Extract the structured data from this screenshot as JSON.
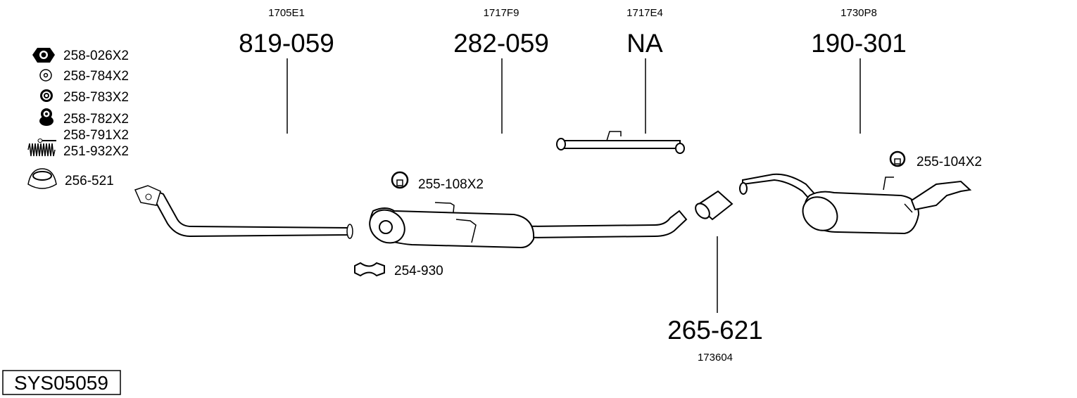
{
  "system_id": "SYS05059",
  "parts": [
    {
      "code": "1705E1",
      "number": "819-059"
    },
    {
      "code": "1717F9",
      "number": "282-059"
    },
    {
      "code": "1717E4",
      "number": "NA"
    },
    {
      "code": "1730P8",
      "number": "190-301"
    },
    {
      "code": "173604",
      "number": "265-621"
    }
  ],
  "legend": [
    {
      "icon": "hex-nut-icon",
      "label": "258-026X2"
    },
    {
      "icon": "washer-icon",
      "label": "258-784X2"
    },
    {
      "icon": "ring-washer-icon",
      "label": "258-783X2"
    },
    {
      "icon": "rubber-mount-icon",
      "label": "258-782X2"
    },
    {
      "icon": "bolt-icon",
      "label": "258-791X2"
    },
    {
      "icon": "spring-icon",
      "label": "251-932X2"
    },
    {
      "icon": "gasket-ring-icon",
      "label": "256-521"
    }
  ],
  "accessories": [
    {
      "icon": "hanger-icon",
      "label": "255-108X2"
    },
    {
      "icon": "clamp-icon",
      "label": "254-930"
    },
    {
      "icon": "hanger-icon",
      "label": "255-104X2"
    }
  ]
}
